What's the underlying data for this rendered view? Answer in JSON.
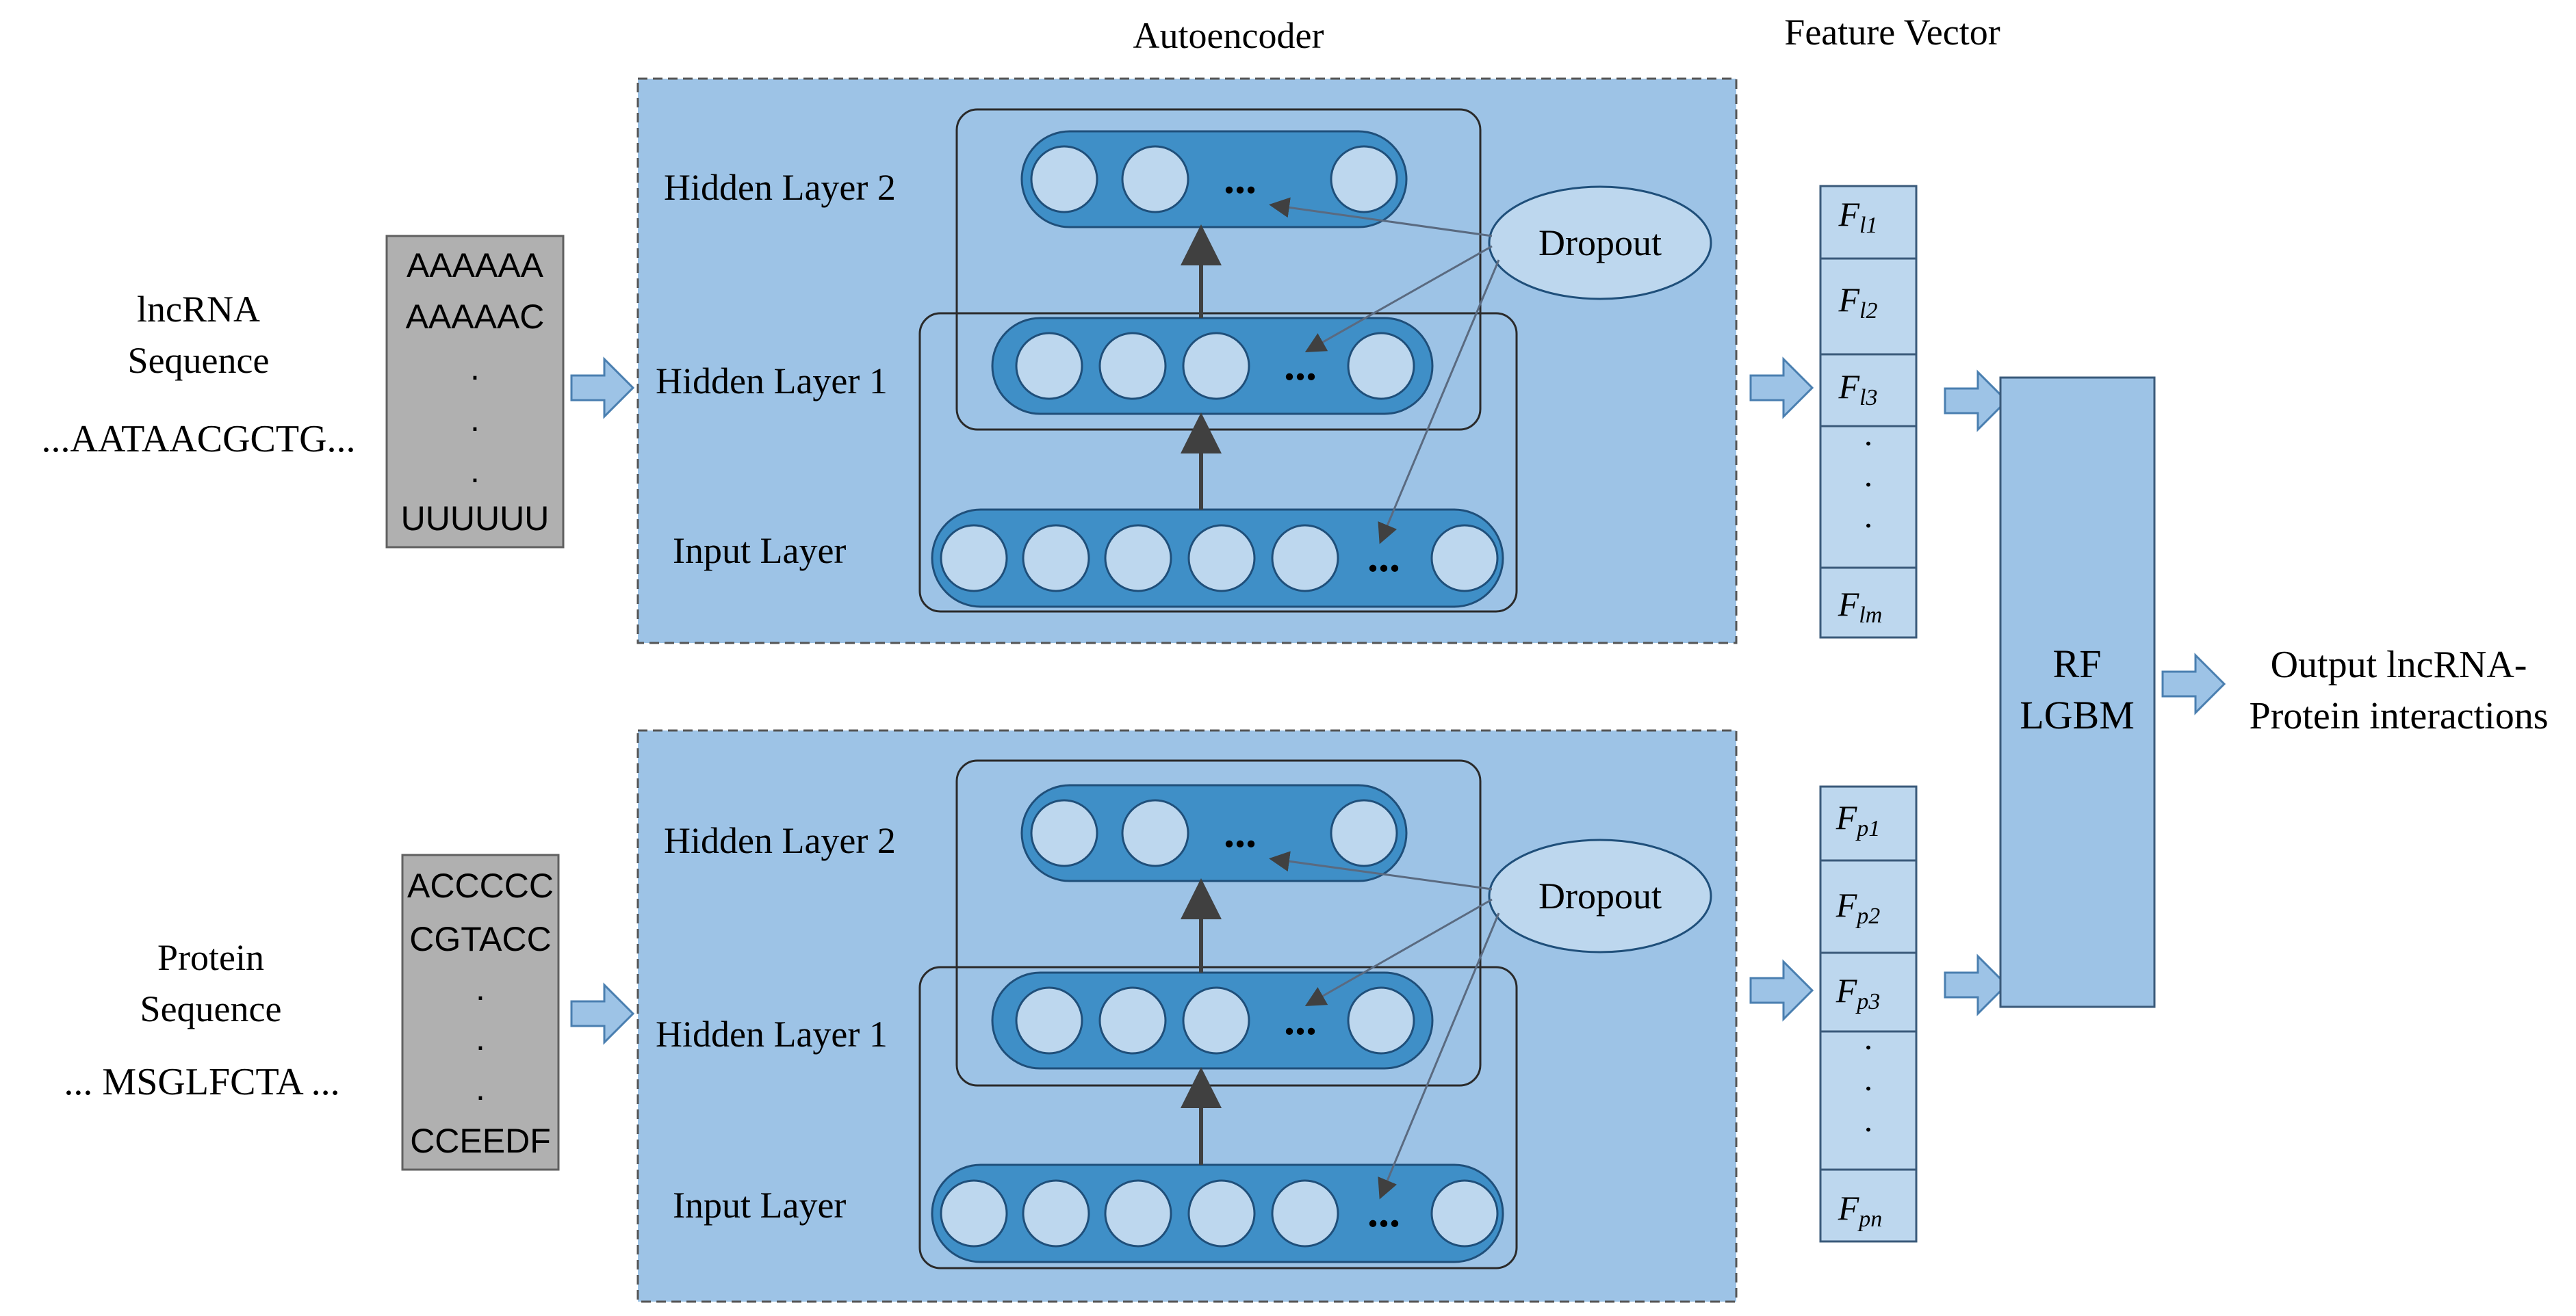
{
  "titles": {
    "autoencoder": "Autoencoder",
    "feature_vector": "Feature Vector"
  },
  "lnc": {
    "label_line1": "lncRNA",
    "label_line2": "Sequence",
    "sequence": "...AATAACGCTG...",
    "kmers": [
      "AAAAAA",
      "AAAAAC",
      ".",
      ".",
      ".",
      "UUUUUU"
    ],
    "features": [
      {
        "base": "F",
        "sub": "l1"
      },
      {
        "base": "F",
        "sub": "l2"
      },
      {
        "base": "F",
        "sub": "l3"
      },
      {
        "base": "F",
        "sub": "lm"
      }
    ]
  },
  "prot": {
    "label_line1": "Protein",
    "label_line2": "Sequence",
    "sequence": "... MSGLFCTA ...",
    "kmers": [
      "ACCCCC",
      "CGTACC",
      ".",
      ".",
      ".",
      "CCEEDF"
    ],
    "features": [
      {
        "base": "F",
        "sub": "p1"
      },
      {
        "base": "F",
        "sub": "p2"
      },
      {
        "base": "F",
        "sub": "p3"
      },
      {
        "base": "F",
        "sub": "pn"
      }
    ]
  },
  "layers": {
    "hidden2": "Hidden Layer 2",
    "hidden1": "Hidden Layer 1",
    "input": "Input Layer",
    "dropout": "Dropout",
    "ellipsis": "...",
    "vdots": [
      "·",
      "·",
      "·"
    ]
  },
  "classifier": {
    "line1": "RF",
    "line2": "LGBM"
  },
  "output": {
    "line1": "Output lncRNA-",
    "line2": "Protein interactions"
  },
  "colors": {
    "panel_fill": "#9dc3e6",
    "layer_fill": "#3f8fc7",
    "node_fill": "#bdd7ee",
    "kmer_box": "#b0b0b0",
    "arrow_fill": "#9dc3e6",
    "classifier_fill": "#9dc3e6",
    "feature_fill": "#bdd7ee"
  }
}
